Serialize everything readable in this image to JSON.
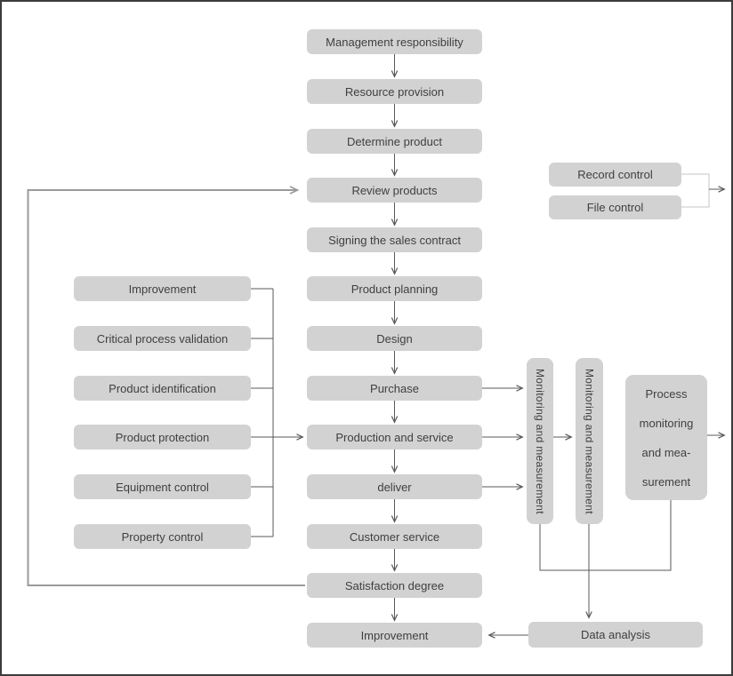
{
  "colors": {
    "box_fill": "#d2d2d2",
    "box_text": "#3f3f3f",
    "arrow": "#595959",
    "loop_line": "#9a9a9a",
    "bracket_light": "#c6c6c6",
    "frame_border": "#3c3c3c"
  },
  "nodes": {
    "management": {
      "label": "Management responsibility"
    },
    "resource": {
      "label": "Resource provision"
    },
    "determine": {
      "label": "Determine product"
    },
    "review": {
      "label": "Review products"
    },
    "signing": {
      "label": "Signing the sales contract"
    },
    "planning": {
      "label": "Product planning"
    },
    "design": {
      "label": "Design"
    },
    "purchase": {
      "label": "Purchase"
    },
    "production": {
      "label": "Production and service"
    },
    "deliver": {
      "label": "deliver"
    },
    "customer": {
      "label": "Customer service"
    },
    "satisfaction": {
      "label": "Satisfaction degree"
    },
    "improvement_main": {
      "label": "Improvement"
    },
    "improvement_left": {
      "label": "Improvement"
    },
    "critical": {
      "label": "Critical process validation"
    },
    "identification": {
      "label": "Product identification"
    },
    "protection": {
      "label": "Product protection"
    },
    "equipment": {
      "label": "Equipment control"
    },
    "property": {
      "label": "Property control"
    },
    "record": {
      "label": "Record control"
    },
    "file": {
      "label": "File control"
    },
    "monitoring1": {
      "label": "Monitoring and measurement"
    },
    "monitoring2": {
      "label": "Monitoring and measurement"
    },
    "process": {
      "lines": [
        "Process",
        "monitoring",
        "and mea-",
        "surement"
      ]
    },
    "data_analysis": {
      "label": "Data analysis"
    }
  }
}
